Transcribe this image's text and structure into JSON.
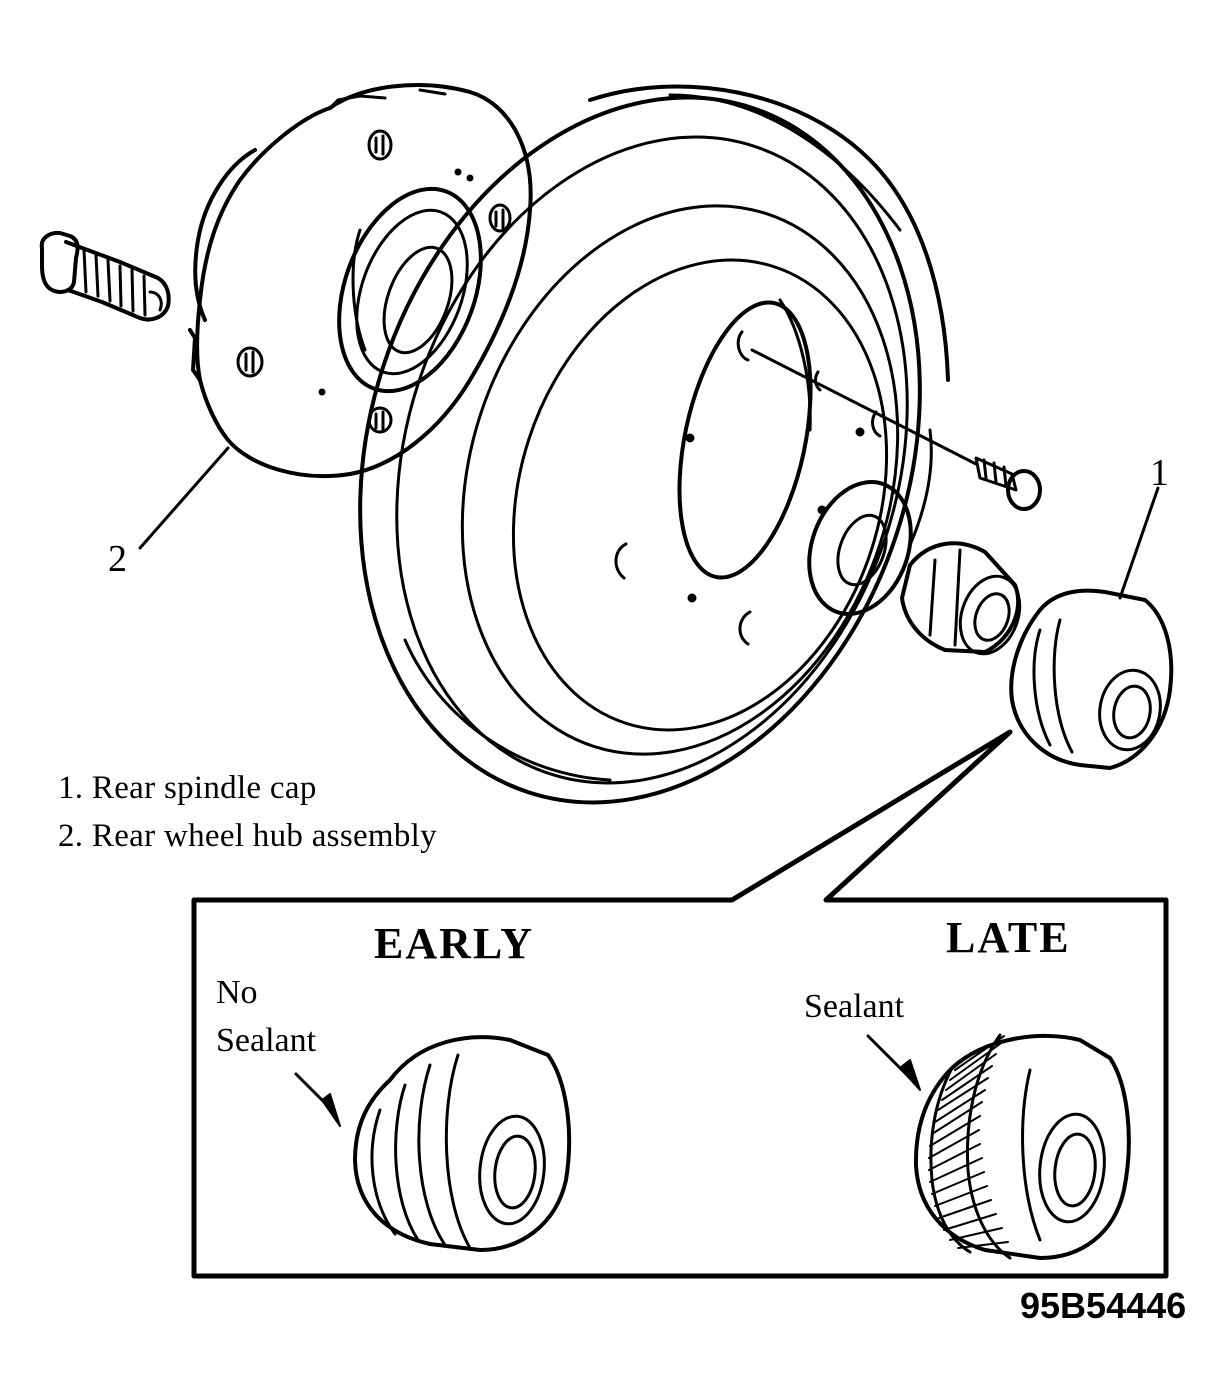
{
  "callouts": {
    "part1": "1",
    "part2": "2"
  },
  "legend": [
    "1. Rear spindle cap",
    "2. Rear wheel hub assembly"
  ],
  "inset": {
    "early": {
      "heading": "EARLY",
      "note_line1": "No",
      "note_line2": "Sealant"
    },
    "late": {
      "heading": "LATE",
      "note": "Sealant"
    }
  },
  "figure_id": "95B54446",
  "colors": {
    "ink": "#000000",
    "paper": "#ffffff"
  }
}
